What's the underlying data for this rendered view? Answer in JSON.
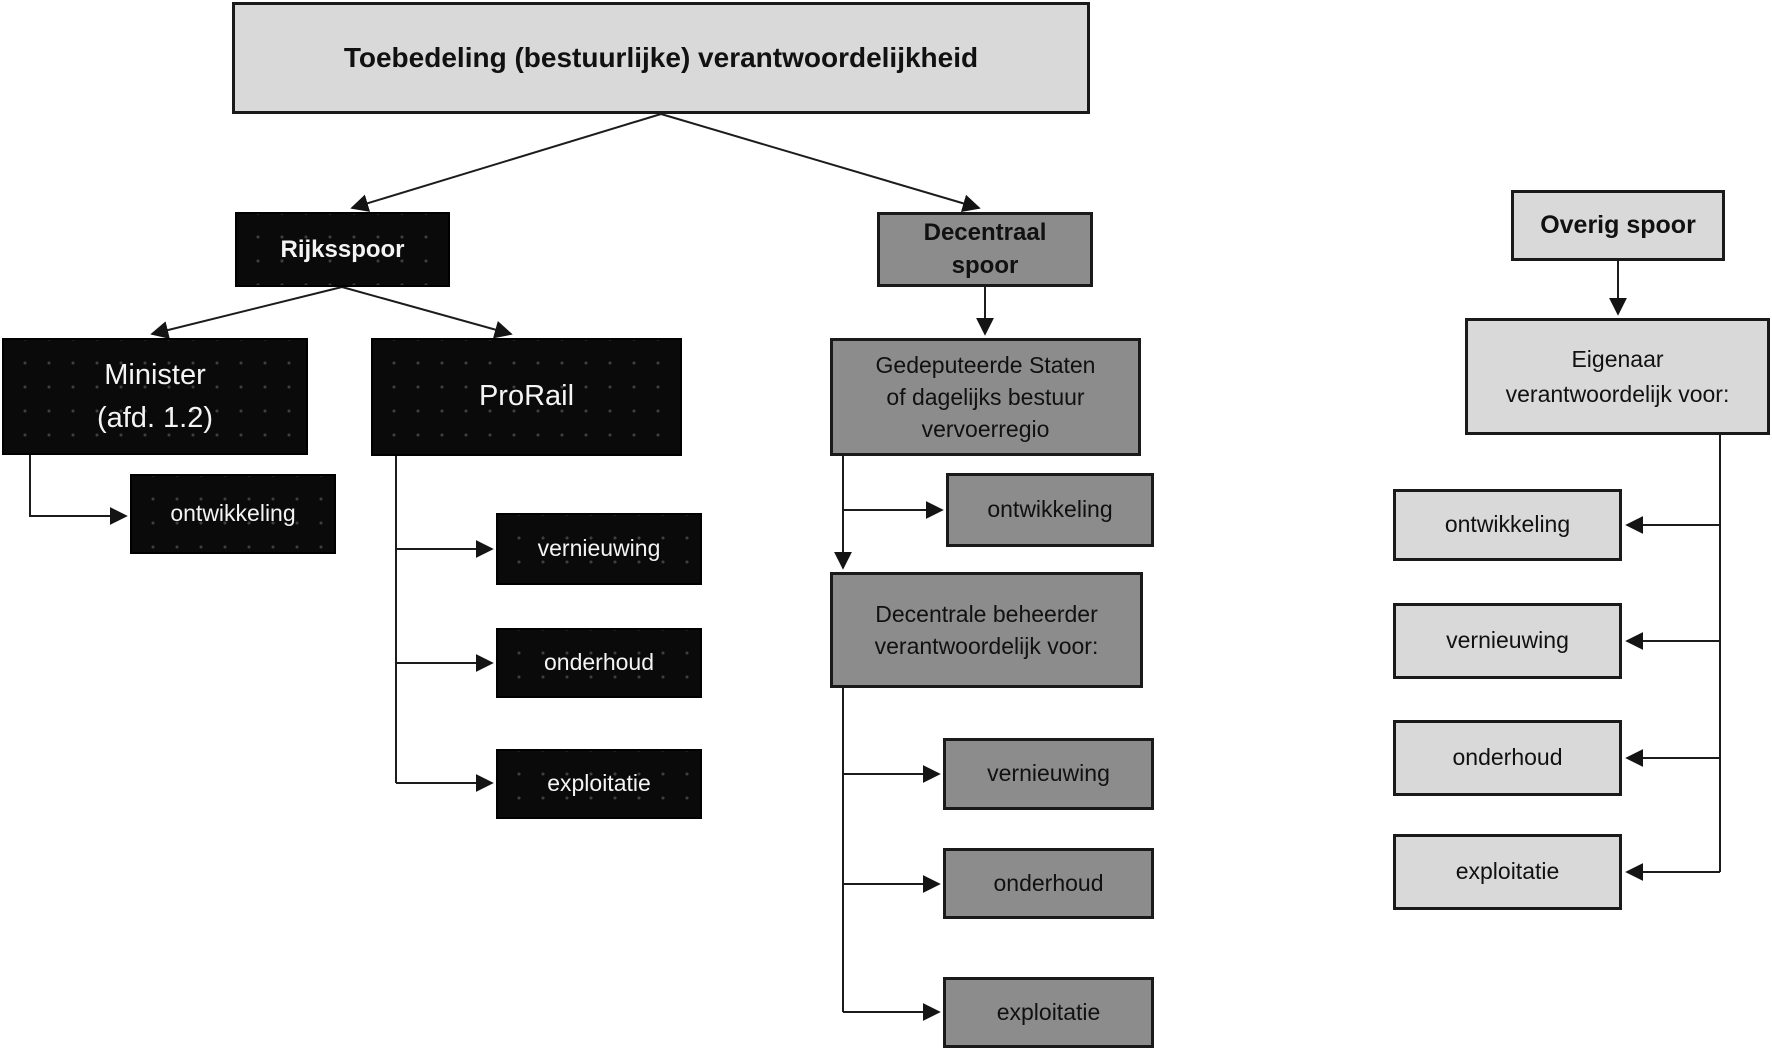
{
  "diagram_title": "Toebedeling (bestuurlijke) verantwoordelijkheid",
  "colors": {
    "black_box": "#0a0a0a",
    "mid_gray_box": "#8c8c8c",
    "light_gray_box": "#d9d9d9",
    "connector_line": "#1c1c1c",
    "background": "#ffffff"
  },
  "rijksspoor": {
    "header": "Rijksspoor",
    "minister_lines": [
      "Minister",
      "(afd. 1.2)"
    ],
    "prorail_label": "ProRail",
    "minister_task": "ontwikkeling",
    "prorail_tasks": [
      "vernieuwing",
      "onderhoud",
      "exploitatie"
    ]
  },
  "decentraal": {
    "header_lines": [
      "Decentraal",
      "spoor"
    ],
    "gedeputeerde_lines": [
      "Gedeputeerde Staten",
      "of dagelijks bestuur",
      "vervoerregio"
    ],
    "gedeputeerde_task": "ontwikkeling",
    "beheerder_lines": [
      "Decentrale beheerder",
      "verantwoordelijk voor:"
    ],
    "beheerder_tasks": [
      "vernieuwing",
      "onderhoud",
      "exploitatie"
    ]
  },
  "overig": {
    "header": "Overig spoor",
    "eigenaar_lines": [
      "Eigenaar",
      "verantwoordelijk voor:"
    ],
    "tasks": [
      "ontwikkeling",
      "vernieuwing",
      "onderhoud",
      "exploitatie"
    ]
  }
}
